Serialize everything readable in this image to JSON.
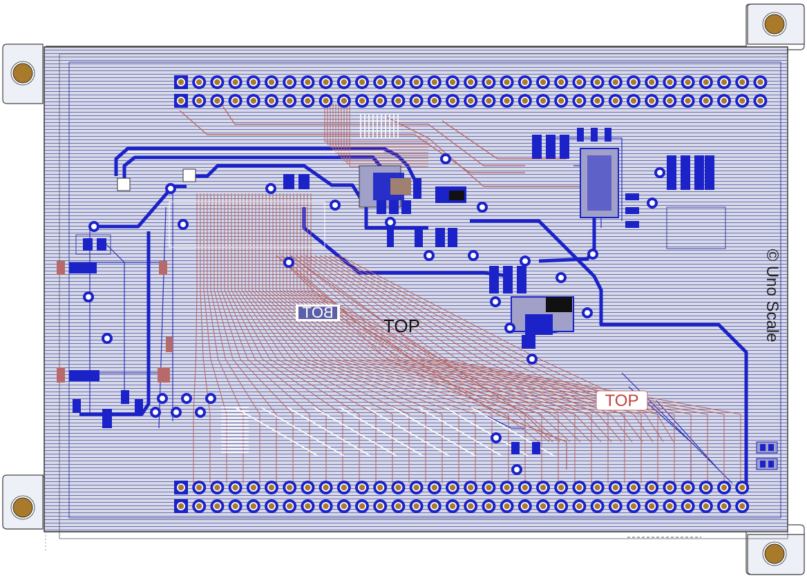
{
  "board": {
    "layer_labels": {
      "top": "TOP",
      "bottom_mirrored": "BOT",
      "top_badge": "TOP"
    },
    "copyright_text": "© Uno Scale",
    "colors": {
      "board_fill": "#d6d8e8",
      "ground_hatch": "#5a5fa6",
      "top_copper": "#1a22c8",
      "bottom_copper": "#b86a6a",
      "pad_ring": "#ffffff",
      "mount_hole": "#a87a2a",
      "outline": "#3a3a3a"
    },
    "headers": {
      "top_row_pins": 33,
      "bottom_row_pins": 32
    }
  }
}
